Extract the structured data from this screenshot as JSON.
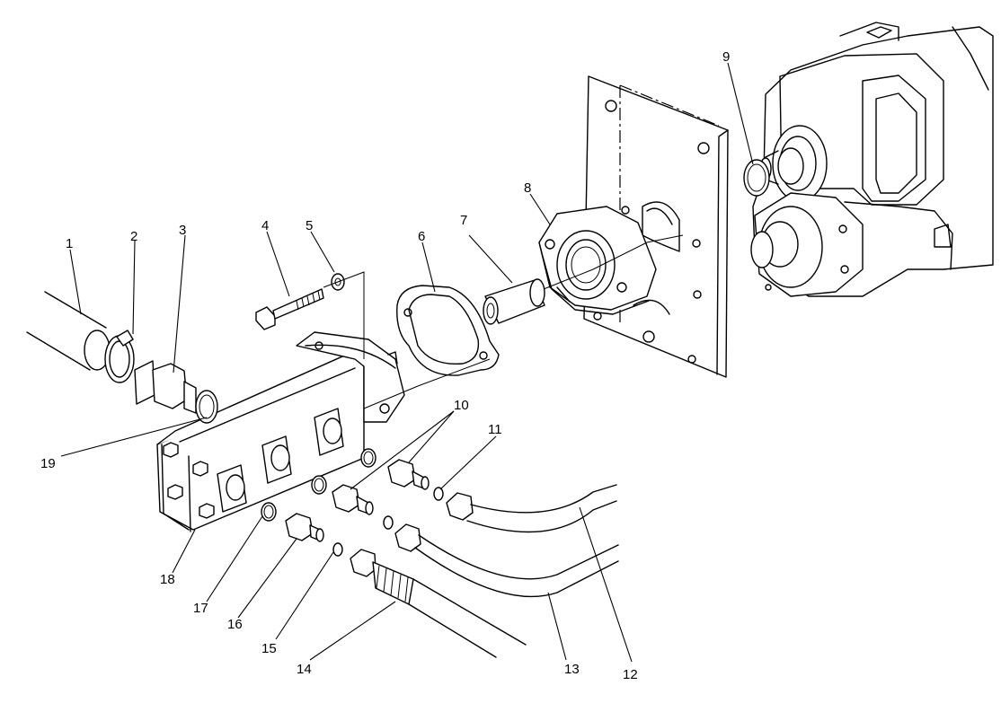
{
  "diagram": {
    "type": "exploded parts view",
    "callouts": [
      "1",
      "2",
      "3",
      "4",
      "5",
      "6",
      "7",
      "8",
      "9",
      "10",
      "11",
      "12",
      "13",
      "14",
      "15",
      "16",
      "17",
      "18",
      "19"
    ]
  }
}
